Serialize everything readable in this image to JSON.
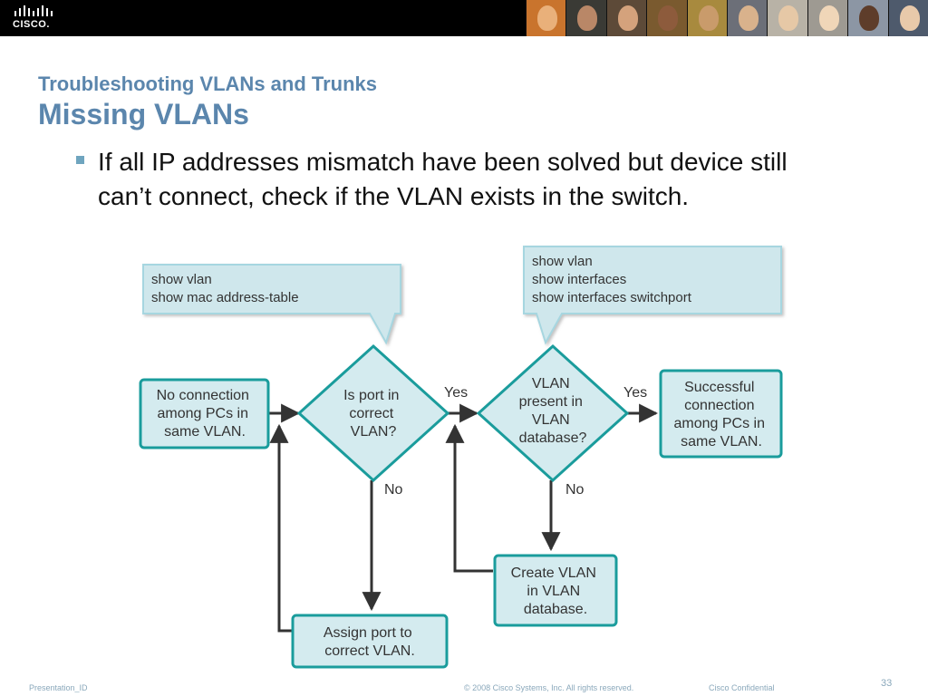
{
  "header": {
    "logo_text": "CISCO.",
    "subtitle": "Troubleshooting VLANs and Trunks",
    "title": "Missing VLANs"
  },
  "bullet": "If all IP addresses mismatch have been solved but device still can’t connect, check if the VLAN exists in the switch.",
  "diagram": {
    "callout_left": [
      "show vlan",
      "show mac address-table"
    ],
    "callout_right": [
      "show vlan",
      "show interfaces",
      "show interfaces switchport"
    ],
    "box_start": [
      "No connection",
      "among PCs in",
      "same VLAN."
    ],
    "decision1": [
      "Is port in",
      "correct",
      "VLAN?"
    ],
    "decision2": [
      "VLAN",
      "present in",
      "VLAN",
      "database?"
    ],
    "box_success": [
      "Successful",
      "connection",
      "among PCs in",
      "same VLAN."
    ],
    "box_assign": [
      "Assign port to",
      "correct VLAN."
    ],
    "box_create": [
      "Create VLAN",
      "in VLAN",
      "database."
    ],
    "yes1": "Yes",
    "yes2": "Yes",
    "no1": "No",
    "no2": "No"
  },
  "colors": {
    "box_fill": "#d4ebef",
    "box_stroke": "#1a9c9c",
    "callout_fill": "#cfe7ec",
    "callout_stroke": "#9fd3dd",
    "diamond_fill": "#d4ebef",
    "arrow": "#333333",
    "title": "#5b86ad"
  },
  "footer": {
    "left": "Presentation_ID",
    "center": "© 2008 Cisco Systems, Inc. All rights reserved.",
    "right": "Cisco Confidential",
    "page": "33"
  }
}
